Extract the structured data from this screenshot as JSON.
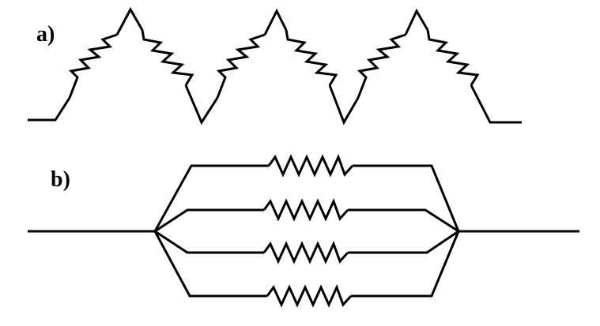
{
  "diagram": {
    "panel_a": {
      "label": "a)",
      "arrangement": "series",
      "resistor_count": 6
    },
    "panel_b": {
      "label": "b)",
      "arrangement": "parallel",
      "resistor_count": 4
    },
    "colors": {
      "stroke": "#000000",
      "background": "#ffffff"
    }
  }
}
